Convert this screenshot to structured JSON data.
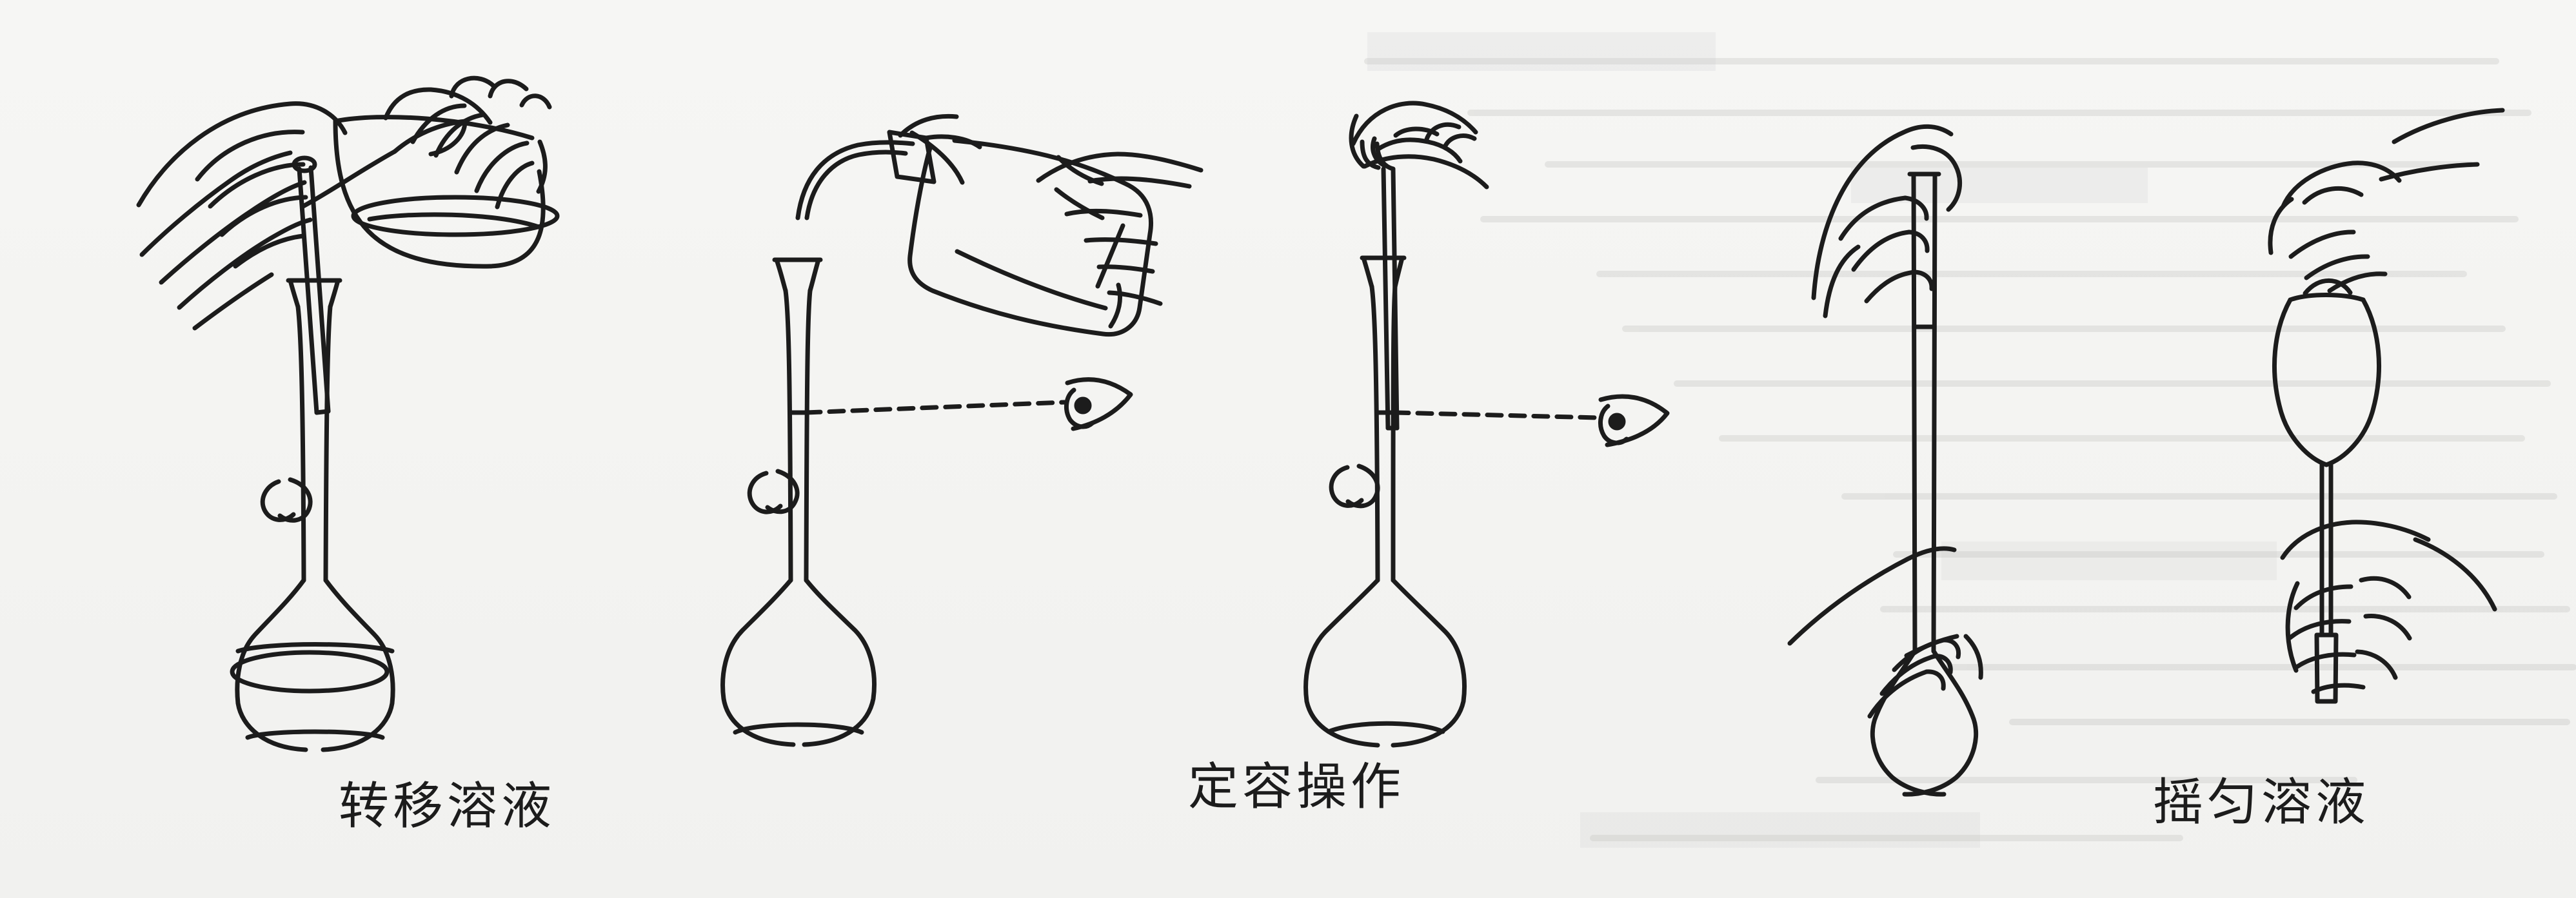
{
  "captions": {
    "transfer": "转移溶液",
    "constant_volume": "定容操作",
    "shake": "摇匀溶液"
  },
  "colors": {
    "ink": "#1c1c1c",
    "paper": "#f4f4f2",
    "bleed": "#b8b8b8"
  },
  "icons": [
    "hand-icon",
    "beaker-icon",
    "glass-rod-icon",
    "volumetric-flask-icon",
    "wash-bottle-icon",
    "eye-icon",
    "dropper-icon"
  ]
}
